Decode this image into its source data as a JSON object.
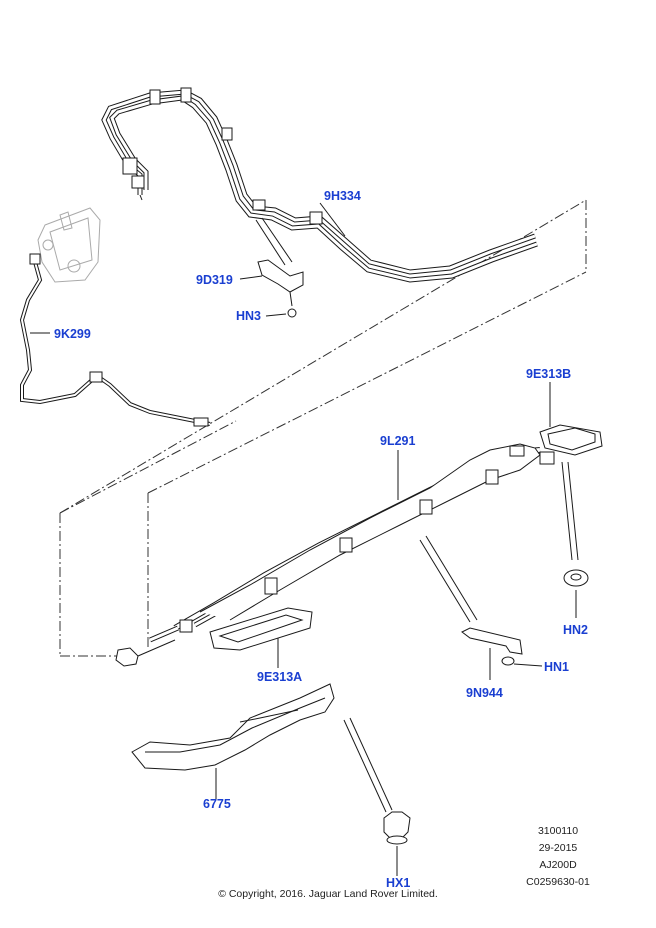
{
  "labels": {
    "9H334": "9H334",
    "9D319": "9D319",
    "HN3": "HN3",
    "9K299": "9K299",
    "9E313B": "9E313B",
    "9L291": "9L291",
    "HN2": "HN2",
    "HN1": "HN1",
    "9N944": "9N944",
    "9E313A": "9E313A",
    "6775": "6775",
    "HX1": "HX1"
  },
  "reference": {
    "line1": "3100110",
    "line2": "29-2015",
    "line3": "AJ200D",
    "line4": "C0259630-01"
  },
  "copyright": "© Copyright, 2016. Jaguar Land Rover Limited.",
  "colors": {
    "label": "#1a3fd1",
    "line": "#1a1a1a"
  }
}
